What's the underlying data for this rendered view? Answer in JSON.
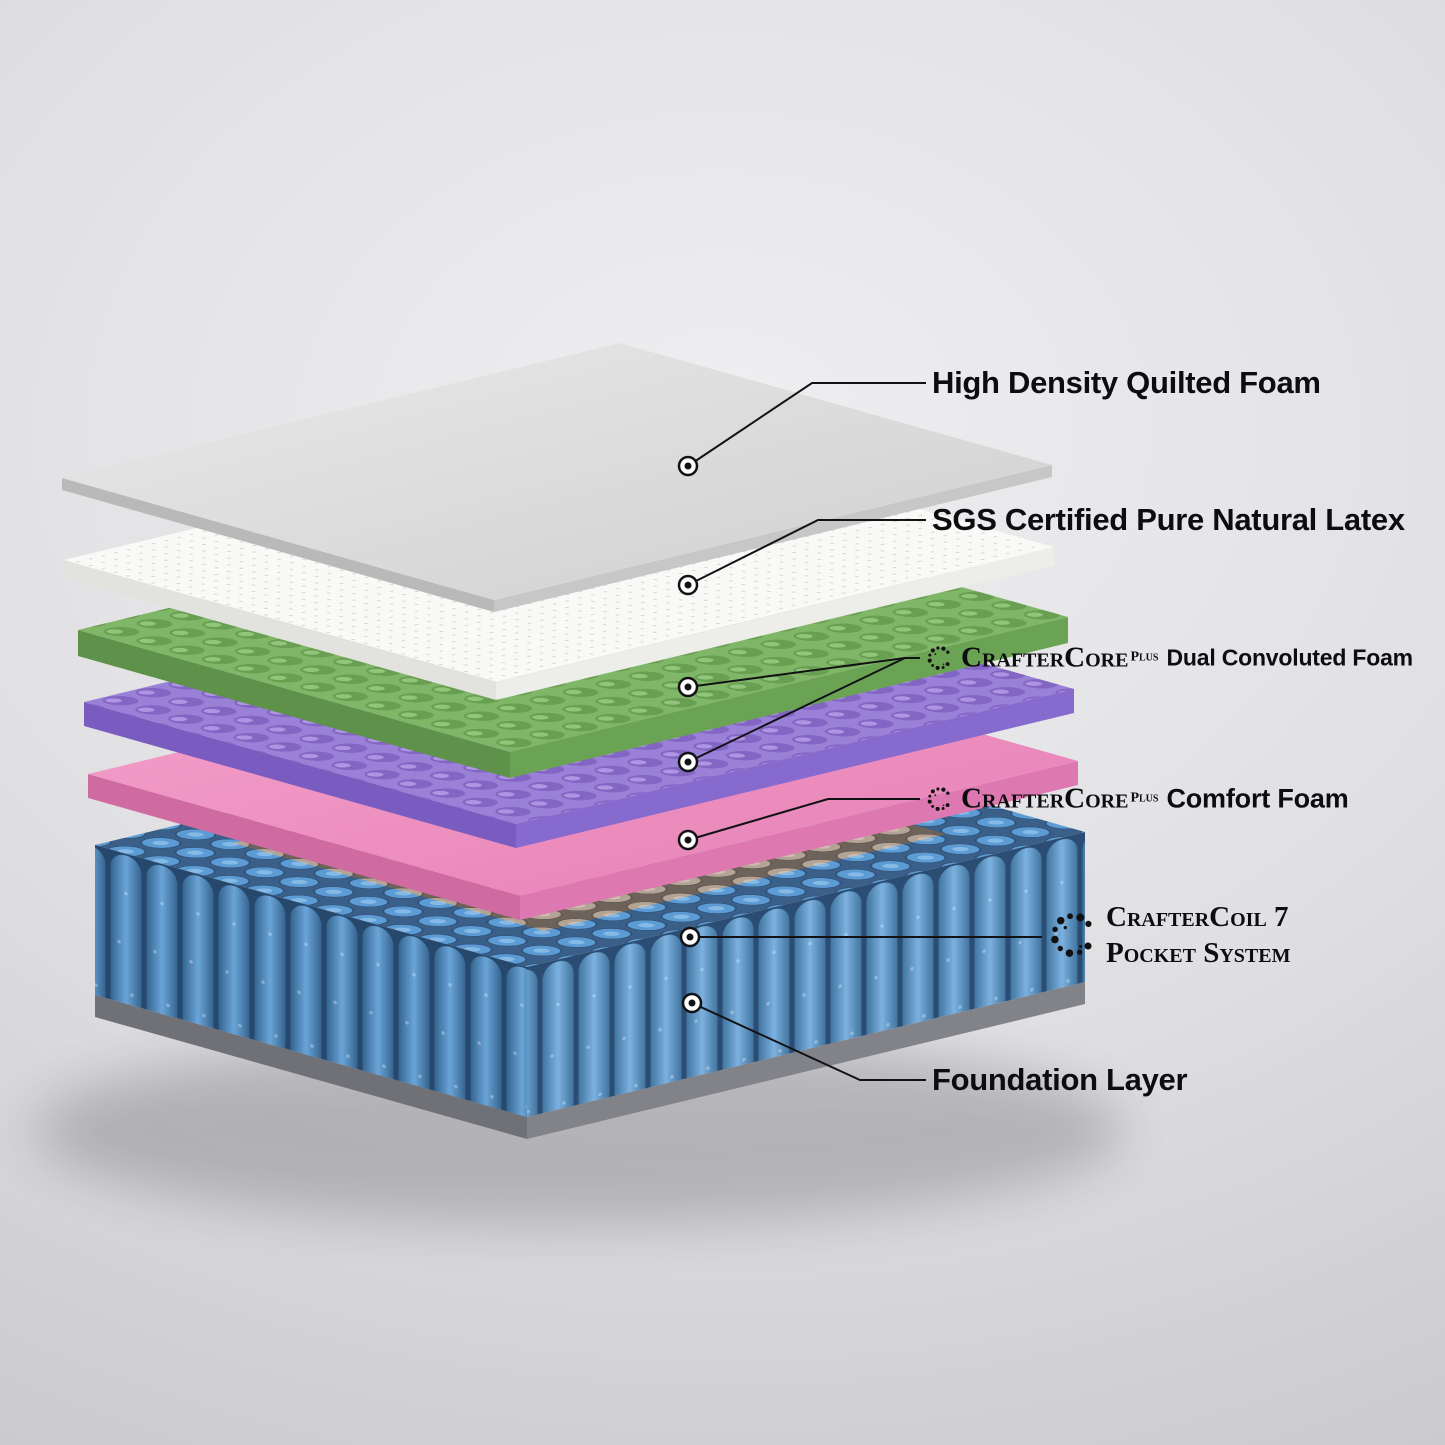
{
  "diagram": {
    "callouts": {
      "quilted": {
        "label": "High Density Quilted Foam"
      },
      "latex": {
        "label": "SGS Certified Pure Natural Latex"
      },
      "convoluted": {
        "brand": "CrafterCore",
        "sup": "Plus",
        "label": "Dual Convoluted Foam"
      },
      "comfort": {
        "brand": "CrafterCore",
        "sup": "Plus",
        "label": "Comfort Foam"
      },
      "coil": {
        "line1": "CrafterCoil 7",
        "line2": "Pocket System"
      },
      "foundation": {
        "label": "Foundation Layer"
      }
    },
    "layers": [
      {
        "name": "High Density Quilted Foam",
        "color": "#d8d8d8"
      },
      {
        "name": "SGS Certified Pure Natural Latex",
        "color": "#f8f8f6"
      },
      {
        "name": "Dual Convoluted Foam (upper)",
        "color": "#7fb667"
      },
      {
        "name": "Dual Convoluted Foam (lower)",
        "color": "#9a80d6"
      },
      {
        "name": "Comfort Foam",
        "color": "#ef94c3"
      },
      {
        "name": "CrafterCoil 7 Pocket System",
        "color": "#5c9bd3"
      },
      {
        "name": "Foundation Layer",
        "color": "#6f7177"
      }
    ]
  }
}
